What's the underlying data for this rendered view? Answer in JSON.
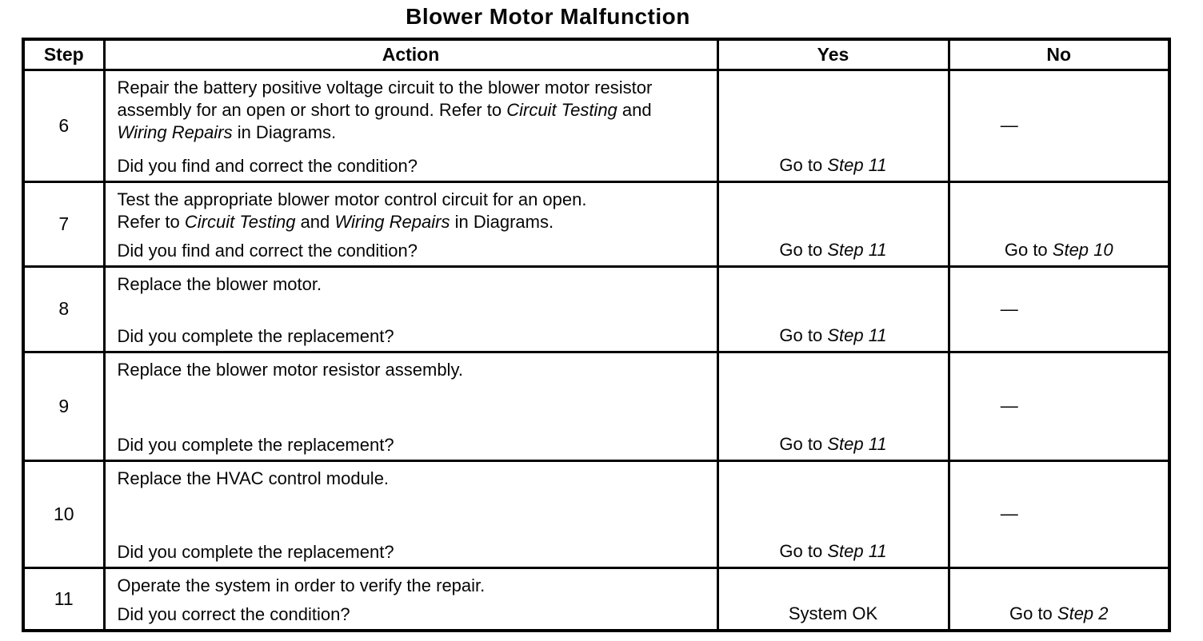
{
  "title": "Blower Motor Malfunction",
  "colors": {
    "ink": "#000000",
    "paper": "#ffffff"
  },
  "table": {
    "headers": {
      "step": "Step",
      "action": "Action",
      "yes": "Yes",
      "no": "No"
    },
    "rows": [
      {
        "step": "6",
        "action": [
          {
            "t": "Repair the battery positive voltage circuit to the blower motor resistor assembly for an open or short to ground. Refer to "
          },
          {
            "t": "Circuit Testing",
            "i": true
          },
          {
            "t": " and "
          },
          {
            "t": "Wiring Repairs",
            "i": true
          },
          {
            "t": " in Diagrams."
          }
        ],
        "question": "Did you find and correct the condition?",
        "yes": [
          {
            "t": "Go to "
          },
          {
            "t": "Step 11",
            "i": true
          }
        ],
        "no_dash": "—"
      },
      {
        "step": "7",
        "action": [
          {
            "t": "Test the appropriate blower motor control circuit for an open."
          },
          {
            "br": true
          },
          {
            "t": "Refer to "
          },
          {
            "t": "Circuit Testing",
            "i": true
          },
          {
            "t": " and "
          },
          {
            "t": "Wiring Repairs",
            "i": true
          },
          {
            "t": " in Diagrams."
          }
        ],
        "question": "Did you find and correct the condition?",
        "yes": [
          {
            "t": "Go to "
          },
          {
            "t": "Step 11",
            "i": true
          }
        ],
        "no_text": [
          {
            "t": "Go to "
          },
          {
            "t": "Step 10",
            "i": true
          }
        ]
      },
      {
        "step": "8",
        "action": [
          {
            "t": "Replace the blower motor."
          }
        ],
        "question": "Did you complete the replacement?",
        "yes": [
          {
            "t": "Go to "
          },
          {
            "t": "Step 11",
            "i": true
          }
        ],
        "no_dash": "—"
      },
      {
        "step": "9",
        "action": [
          {
            "t": "Replace the blower motor resistor assembly."
          }
        ],
        "question": "Did you complete the replacement?",
        "yes": [
          {
            "t": "Go to "
          },
          {
            "t": "Step 11",
            "i": true
          }
        ],
        "no_dash": "—"
      },
      {
        "step": "10",
        "action": [
          {
            "t": "Replace the HVAC control module."
          }
        ],
        "question": "Did you complete the replacement?",
        "yes": [
          {
            "t": "Go to "
          },
          {
            "t": "Step 11",
            "i": true
          }
        ],
        "no_dash": "—"
      },
      {
        "step": "11",
        "action": [
          {
            "t": "Operate the system in order to verify the repair."
          }
        ],
        "question": "Did you correct the condition?",
        "yes": [
          {
            "t": "System OK"
          }
        ],
        "no_text": [
          {
            "t": "Go to "
          },
          {
            "t": "Step 2",
            "i": true
          }
        ]
      }
    ]
  }
}
